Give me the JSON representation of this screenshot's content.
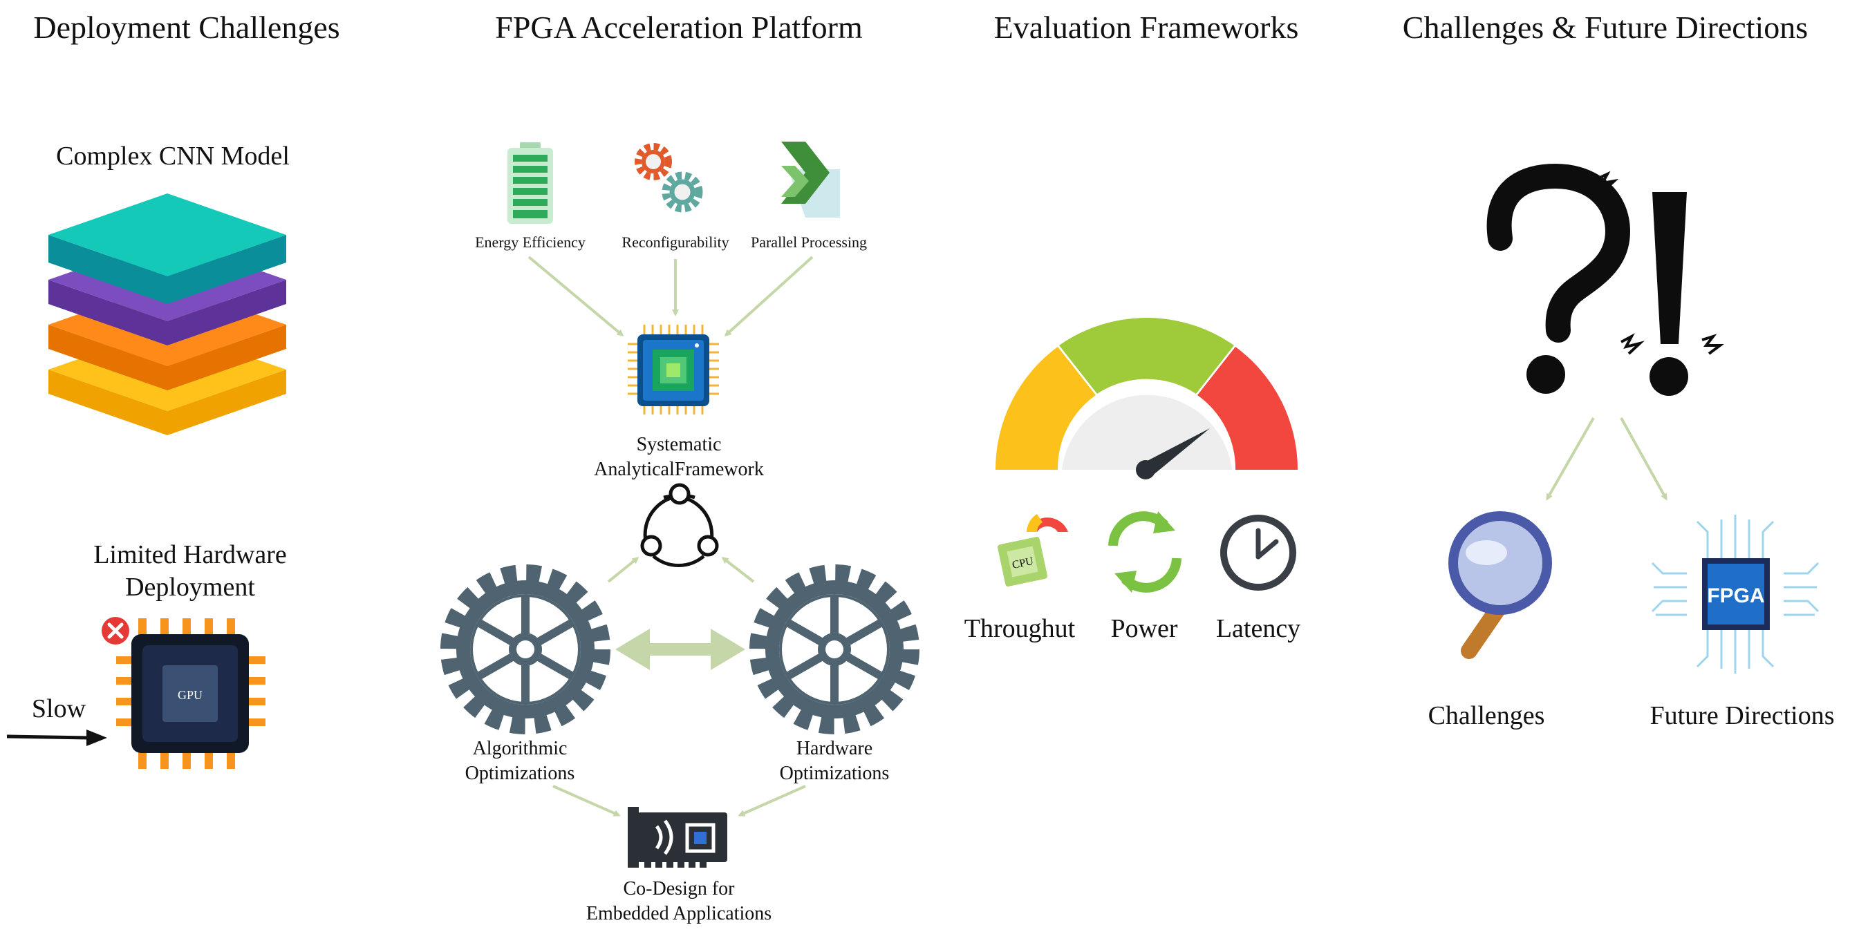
{
  "sections": {
    "deployment": {
      "title": "Deployment Challenges",
      "model_label": "Complex CNN Model",
      "hardware_label_line1": "Limited Hardware",
      "hardware_label_line2": "Deployment",
      "chip_text": "GPU",
      "slow_label": "Slow"
    },
    "fpga_platform": {
      "title": "FPGA Acceleration Platform",
      "features": [
        "Energy Efficiency",
        "Reconfigurability",
        "Parallel Processing"
      ],
      "framework_line1": "Systematic",
      "framework_line2": "AnalyticalFramework",
      "algo_line1": "Algorithmic",
      "algo_line2": "Optimizations",
      "hw_line1": "Hardware",
      "hw_line2": "Optimizations",
      "codesign_line1": "Co-Design for",
      "codesign_line2": "Embedded Applications"
    },
    "evaluation": {
      "title": "Evaluation Frameworks",
      "metrics": [
        "Throughut",
        "Power",
        "Latency"
      ],
      "cpu_text": "CPU"
    },
    "future": {
      "title": "Challenges & Future Directions",
      "challenges_label": "Challenges",
      "future_label": "Future Directions",
      "fpga_chip_text": "FPGA"
    }
  },
  "colors": {
    "arrow": "#c5d7a8",
    "gear": "#4f6470",
    "layer_teal": "#14c9b8",
    "layer_purple": "#7c4dbf",
    "layer_orange": "#ff8a1a",
    "layer_yellow": "#ffc21a",
    "gauge_yellow": "#fcc21b",
    "gauge_green": "#9fcb3a",
    "gauge_red": "#f2473f"
  },
  "icons": [
    "battery-icon",
    "gears-icon",
    "chevron-arrows-icon",
    "chip-icon",
    "network-icon",
    "gear-icon",
    "pcie-card-icon",
    "gauge-icon",
    "refresh-icon",
    "clock-icon",
    "magnifier-icon",
    "question-exclamation-icon",
    "x-badge-icon"
  ]
}
